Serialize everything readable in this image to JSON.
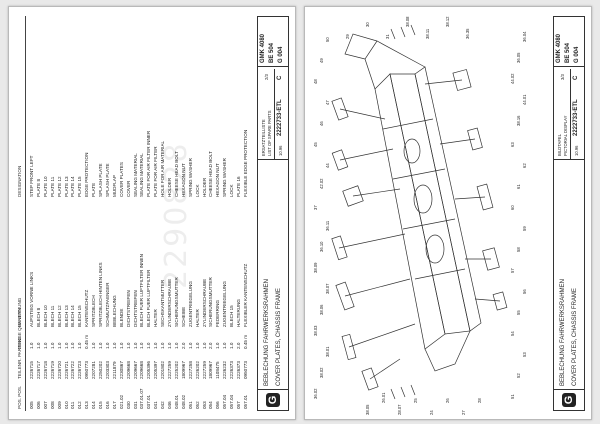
{
  "left_page": {
    "columns": {
      "pos": "POS.\nPOS.",
      "part": "TEILENR.\nPART NO.",
      "qty": "MENGE\nQUANTITY",
      "de": "BENENNUNG",
      "en": "DESIGNATION"
    },
    "rows": [
      {
        "pos": "005",
        "part": "2226715",
        "qty": "1.0",
        "de": "AUFSTIEG VORNE LINKS",
        "en": "STEP FRONT LEFT"
      },
      {
        "pos": "006",
        "part": "2226717",
        "qty": "1.0",
        "de": "BLECH 8",
        "en": "PLATE 8"
      },
      {
        "pos": "007",
        "part": "2226718",
        "qty": "1.0",
        "de": "BLECH 10",
        "en": "PLATE 10"
      },
      {
        "pos": "008",
        "part": "2226719",
        "qty": "1.0",
        "de": "BLECH 11",
        "en": "PLATE 11"
      },
      {
        "pos": "009",
        "part": "2226720",
        "qty": "1.0",
        "de": "BLECH 12",
        "en": "PLATE 12"
      },
      {
        "pos": "010",
        "part": "2226721",
        "qty": "1.0",
        "de": "BLECH 13",
        "en": "PLATE 13"
      },
      {
        "pos": "011",
        "part": "2226722",
        "qty": "1.0",
        "de": "BLECH 14",
        "en": "PLATE 14"
      },
      {
        "pos": "012",
        "part": "2226723",
        "qty": "1.0",
        "de": "BLECH 15",
        "en": "PLATE 15"
      },
      {
        "pos": "013",
        "part": "0950773",
        "qty": "0.45 m",
        "de": "KANTENSCHUTZ",
        "en": "EDGE PROTECTION"
      },
      {
        "pos": "014",
        "part": "2207281",
        "qty": "1.0",
        "de": "SPRITZBLECH",
        "en": "PLATE"
      },
      {
        "pos": "015",
        "part": "2250202",
        "qty": "1.0",
        "de": "SPRITZBLECH HINTEN LINKS",
        "en": "SPLASH PLATE"
      },
      {
        "pos": "016",
        "part": "2203303",
        "qty": "1.0",
        "de": "SCHMUTZFAENGER",
        "en": "SPLASH PLATE"
      },
      {
        "pos": "017",
        "part": "2211879",
        "qty": "1.0",
        "de": "BEBLECHUNG",
        "en": "MUDFLAP"
      },
      {
        "pos": "021.02",
        "part": "2230867",
        "qty": "1.0",
        "de": "BLENDE",
        "en": "COVER PLATES"
      },
      {
        "pos": "030",
        "part": "2209668",
        "qty": "1.0",
        "de": "DICHTSTREIFEN",
        "en": "COVER"
      },
      {
        "pos": "031",
        "part": "2209667",
        "qty": "1.0",
        "de": "DICHTSTREIFEN",
        "en": "SEALING MATERIAL"
      },
      {
        "pos": "037.01.07",
        "part": "2209668",
        "qty": "1.0",
        "de": "BLECH FUER LUFTFILTER INNEN",
        "en": "SEALING MATERIAL"
      },
      {
        "pos": "037.01",
        "part": "2205396",
        "qty": "1.0",
        "de": "BLECH FUER LUFTFILTER",
        "en": "PLATE FOR AIR FILTER INNER"
      },
      {
        "pos": "041",
        "part": "2205397",
        "qty": "1.0",
        "de": "HALTER",
        "en": "PLATE FOR AIR FILTER"
      },
      {
        "pos": "042",
        "part": "2201802",
        "qty": "1.0",
        "de": "SECHSKANTMUTTER",
        "en": "HOLE FOR AIR MATERIAL"
      },
      {
        "pos": "046",
        "part": "2227259",
        "qty": "1.0",
        "de": "ZYLINDERSCHRAUBE",
        "en": "HOLDER"
      },
      {
        "pos": "048.01",
        "part": "2225202",
        "qty": "1.0",
        "de": "SICHERUNGSMUTTER",
        "en": "CHEESE HEAD BOLT"
      },
      {
        "pos": "048.02",
        "part": "1809967",
        "qty": "2.0",
        "de": "SCHEIBE",
        "en": "HEXAGON NUT"
      },
      {
        "pos": "051",
        "part": "2227258",
        "qty": "1.0",
        "de": "ZUGENTRIEGELUNG",
        "en": "SPRING WASHER"
      },
      {
        "pos": "052",
        "part": "2226202",
        "qty": "1.0",
        "de": "HALTER",
        "en": "LOCK"
      },
      {
        "pos": "053",
        "part": "2227259",
        "qty": "1.0",
        "de": "ZYLINDERSCHRAUBE",
        "en": "HOLDER"
      },
      {
        "pos": "054",
        "part": "1809967",
        "qty": "2.0",
        "de": "SICHERUNGSMUTTER",
        "en": "CHEESE HEAD BOLT"
      },
      {
        "pos": "056",
        "part": "1108475",
        "qty": "1.0",
        "de": "FEDERRING",
        "en": "HEXAGON NUT"
      },
      {
        "pos": "057.04",
        "part": "2226232",
        "qty": "1.0",
        "de": "ZUGENTRIEGELUNG",
        "en": "SPRING WASHER"
      },
      {
        "pos": "057.04",
        "part": "2226373",
        "qty": "1.0",
        "de": "BLECH 15",
        "en": "LOCK"
      },
      {
        "pos": "057",
        "part": "2226373",
        "qty": "2.0",
        "de": "HALTERUNG",
        "en": "PLATE 16"
      },
      {
        "pos": "057.01",
        "part": "0950773",
        "qty": "0.45 m",
        "de": "FLEXIBLER KANTENSCHUTZ",
        "en": "FLEXIBLE EDGE PROTECTION"
      }
    ],
    "title_block": {
      "de": "BEBLECHUNG FAHRWERKSRAHMEN",
      "en": "COVER PLATES, CHASSIS FRAME",
      "list_de": "ERSATZTEILLISTE",
      "list_en": "LIST OF SPARE PARTS",
      "page": "2/3",
      "date": "10.96",
      "doc_no": "2222733-ETL",
      "rev": "C",
      "model": "GMK 4080",
      "be": "BE 504",
      "g": "G 004"
    },
    "logo_letter": "G",
    "watermark": "2290828"
  },
  "right_page": {
    "title_block": {
      "de": "BEBLECHUNG FAHRWERKSRAHMEN",
      "en": "COVER PLATES, CHASSIS FRAME",
      "list_de": "BILDTAFEL",
      "list_en": "PICTORIAL DISPLAY",
      "page": "3/3",
      "date": "10.96",
      "doc_no": "2222733-ETL",
      "rev": "C",
      "model": "GMK 4080",
      "be": "BE 504",
      "g": "G 004"
    },
    "logo_letter": "G",
    "callouts": [
      "36.02",
      "38.02",
      "38.01",
      "38.03",
      "38.06",
      "38.07",
      "38.09",
      "36.10",
      "36.11",
      "37",
      "42.02",
      "44",
      "45",
      "46",
      "47",
      "48",
      "49",
      "50",
      "51",
      "52",
      "53",
      "54",
      "55",
      "56",
      "57",
      "58",
      "59",
      "60",
      "61",
      "62",
      "63",
      "38.16",
      "44.01",
      "44.02",
      "36.05",
      "36.04",
      "38.05",
      "26.01",
      "28.07",
      "25",
      "24",
      "26",
      "27",
      "28",
      "29",
      "30",
      "31",
      "38.08",
      "38.11",
      "38.12",
      "36.35"
    ]
  }
}
